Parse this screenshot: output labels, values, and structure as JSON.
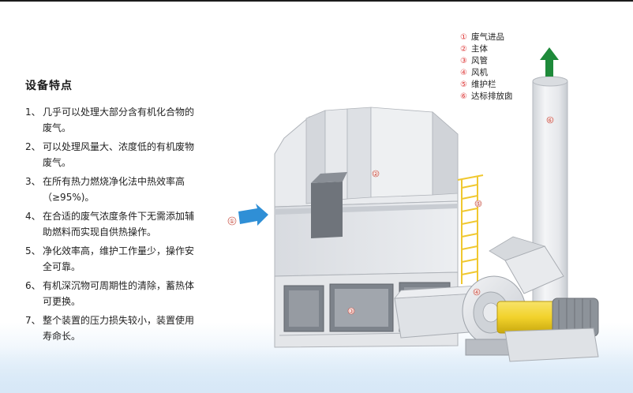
{
  "features": {
    "title": "设备特点",
    "items": [
      {
        "num": "1、",
        "text": "几乎可以处理大部分含有机化合物的废气。"
      },
      {
        "num": "2、",
        "text": "可以处理风量大、浓度低的有机废物废气。"
      },
      {
        "num": "3、",
        "text": "在所有热力燃烧净化法中热效率高（≥95%)。"
      },
      {
        "num": "4、",
        "text": "在合适的废气浓度条件下无需添加辅助燃料而实现自供热操作。"
      },
      {
        "num": "5、",
        "text": "净化效率高，维护工作量少，操作安全可靠。"
      },
      {
        "num": "6、",
        "text": "有机深沉物可周期性的清除，蓄热体可更换。"
      },
      {
        "num": "7、",
        "text": "整个装置的压力损失较小，装置使用寿命长。"
      }
    ]
  },
  "legend": {
    "items": [
      {
        "num": "①",
        "label": "废气进品"
      },
      {
        "num": "②",
        "label": "主体"
      },
      {
        "num": "③",
        "label": "风管"
      },
      {
        "num": "④",
        "label": "风机"
      },
      {
        "num": "⑤",
        "label": "维护栏"
      },
      {
        "num": "⑥",
        "label": "达标排放囱"
      }
    ]
  },
  "diagram": {
    "markers": {
      "inlet": "①",
      "body": "②",
      "duct": "③",
      "fan": "④",
      "railing": "⑤",
      "stack": "⑥"
    },
    "colors": {
      "inlet_arrow": "#2f8fd6",
      "exhaust_arrow": "#1e8a3a",
      "motor": "#f2d22b",
      "railing": "#f0c830",
      "steel": "#dcdfe3"
    }
  }
}
